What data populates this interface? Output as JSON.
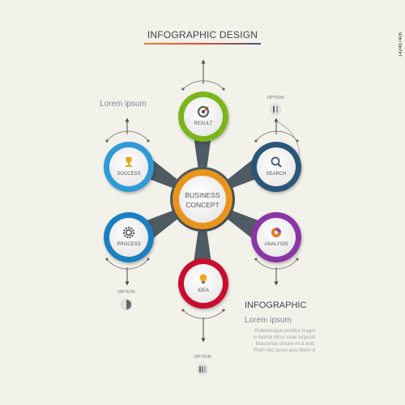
{
  "header": {
    "title": "INFOGRAPHIC DESIGN"
  },
  "lorem_top": "Lorem ipsum",
  "center": {
    "line1": "BUSINESS",
    "line2": "CONCEPT",
    "color": "#e8941a"
  },
  "nodes": [
    {
      "label": "RESULT",
      "color": "#7ab51d",
      "icon": "target-icon"
    },
    {
      "label": "SEARCH",
      "color": "#2c5778",
      "icon": "magnifier-icon"
    },
    {
      "label": "ANALYSIS",
      "color": "#8a34a5",
      "icon": "pie-chart-icon"
    },
    {
      "label": "IDEA",
      "color": "#c8102e",
      "icon": "lightbulb-icon"
    },
    {
      "label": "PROCESS",
      "color": "#1f7fc1",
      "icon": "gear-icon"
    },
    {
      "label": "SUCCESS",
      "color": "#2e9ad6",
      "icon": "trophy-icon"
    }
  ],
  "options": [
    "OPTION",
    "OPTION",
    "OPTION"
  ],
  "info": {
    "title": "INFOGRAPHIC",
    "subtitle": "Lorem ipsum",
    "body": [
      "Pellentesque porttitor magni",
      "in lacinia tellus vitae vulputat",
      "Maecenas ornare mi a erat,",
      "Proin nec purus quis libero d"
    ]
  },
  "watermark": "142487406",
  "colors": {
    "background": "#f3f2ea",
    "hub": "#4f5b62",
    "arrow": "#4a4a4a"
  }
}
